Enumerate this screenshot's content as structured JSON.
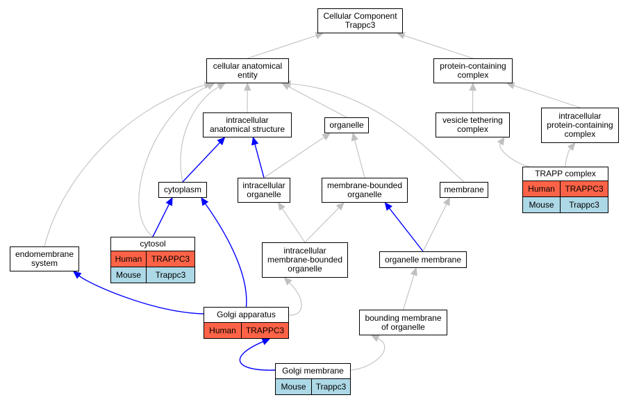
{
  "diagram": {
    "nodes": {
      "root": "Cellular Component\nTrappc3",
      "cae": "cellular anatomical\nentity",
      "pcc": "protein-containing\ncomplex",
      "ias": "intracellular\nanatomical structure",
      "organelle": "organelle",
      "vtc": "vesicle tethering\ncomplex",
      "ipcc": "intracellular\nprotein-containing\ncomplex",
      "trapp": "TRAPP complex",
      "cytoplasm": "cytoplasm",
      "io": "intracellular\norganelle",
      "mbo": "membrane-bounded\norganelle",
      "membrane": "membrane",
      "cytosol": "cytosol",
      "endomembrane": "endomembrane\nsystem",
      "imbo": "intracellular\nmembrane-bounded\norganelle",
      "om": "organelle membrane",
      "golgi": "Golgi apparatus",
      "bmo": "bounding membrane\nof organelle",
      "gm": "Golgi membrane"
    },
    "annotations": {
      "trapp": [
        [
          "Human",
          "TRAPPC3"
        ],
        [
          "Mouse",
          "Trappc3"
        ]
      ],
      "cytosol": [
        [
          "Human",
          "TRAPPC3"
        ],
        [
          "Mouse",
          "Trappc3"
        ]
      ],
      "golgi": [
        [
          "Human",
          "TRAPPC3"
        ]
      ],
      "gm": [
        [
          "Mouse",
          "Trappc3"
        ]
      ]
    },
    "edges": [
      [
        "cae",
        "root",
        "gray"
      ],
      [
        "pcc",
        "root",
        "gray"
      ],
      [
        "ias",
        "cae",
        "gray"
      ],
      [
        "organelle",
        "cae",
        "gray"
      ],
      [
        "membrane",
        "cae",
        "gray"
      ],
      [
        "cytoplasm",
        "cae",
        "gray"
      ],
      [
        "cytosol",
        "cae",
        "gray"
      ],
      [
        "endomembrane",
        "cae",
        "gray"
      ],
      [
        "vtc",
        "pcc",
        "gray"
      ],
      [
        "ipcc",
        "pcc",
        "gray"
      ],
      [
        "trapp",
        "vtc",
        "gray"
      ],
      [
        "trapp",
        "ipcc",
        "gray"
      ],
      [
        "cytoplasm",
        "ias",
        "blue"
      ],
      [
        "io",
        "ias",
        "blue"
      ],
      [
        "io",
        "organelle",
        "gray"
      ],
      [
        "mbo",
        "organelle",
        "gray"
      ],
      [
        "imbo",
        "io",
        "gray"
      ],
      [
        "imbo",
        "mbo",
        "gray"
      ],
      [
        "om",
        "mbo",
        "blue"
      ],
      [
        "om",
        "membrane",
        "gray"
      ],
      [
        "cytosol",
        "cytoplasm",
        "blue"
      ],
      [
        "golgi",
        "cytoplasm",
        "blue"
      ],
      [
        "golgi",
        "endomembrane",
        "blue"
      ],
      [
        "golgi",
        "imbo",
        "gray"
      ],
      [
        "bmo",
        "om",
        "gray"
      ],
      [
        "gm",
        "golgi",
        "blue"
      ],
      [
        "gm",
        "bmo",
        "gray"
      ]
    ],
    "colors": {
      "human": "#ff6347",
      "mouse": "#add8e6",
      "gray_edge": "#c0c0c0",
      "blue_edge": "#0000ff"
    }
  }
}
